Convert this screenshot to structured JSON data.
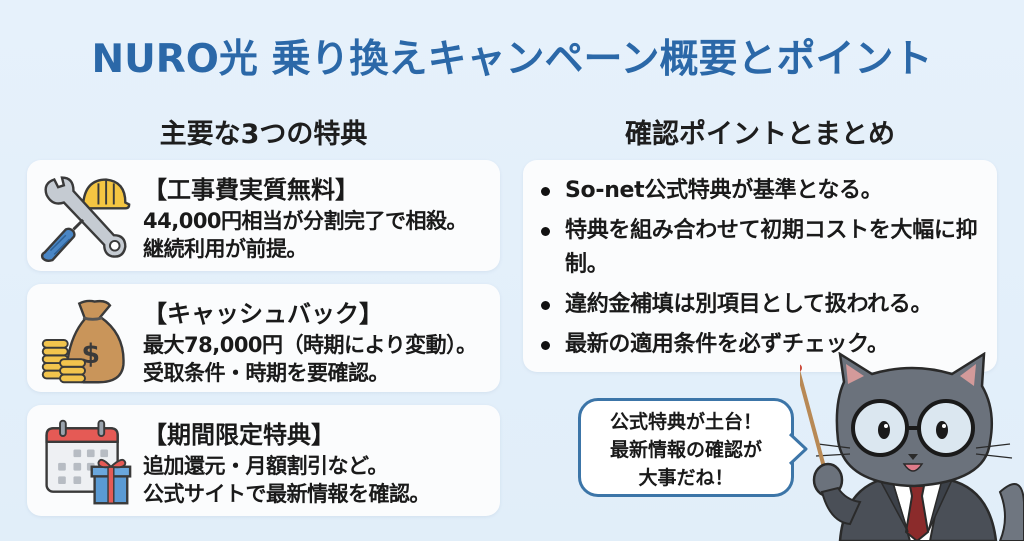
{
  "header": {
    "title": "NURO光 乗り換えキャンペーン概要とポイント"
  },
  "left_section": {
    "heading": "主要な3つの特典",
    "benefits": [
      {
        "icon": "tools-hardhat-icon",
        "title": "【工事費実質無料】",
        "lines": [
          "44,000円相当が分割完了で相殺。",
          "継続利用が前提。"
        ]
      },
      {
        "icon": "money-bag-coins-icon",
        "title": "【キャッシュバック】",
        "lines": [
          "最大78,000円（時期により変動）。",
          "受取条件・時期を要確認。"
        ]
      },
      {
        "icon": "calendar-gift-icon",
        "title": "【期間限定特典】",
        "lines": [
          "追加還元・月額割引など。",
          "公式サイトで最新情報を確認。"
        ]
      }
    ]
  },
  "right_section": {
    "heading": "確認ポイントとまとめ",
    "points": [
      "So-net公式特典が基準となる。",
      "特典を組み合わせて初期コストを大幅に抑制。",
      "違約金補填は別項目として扱われる。",
      "最新の適用条件を必ずチェック。"
    ]
  },
  "speech_bubble": {
    "lines": [
      "公式特典が土台！",
      "最新情報の確認が",
      "大事だね！"
    ]
  },
  "mascot": {
    "icon": "cat-teacher-mascot-icon"
  },
  "colors": {
    "background": "#e4f0fa",
    "title": "#2b68a8",
    "card": "#fbfcfd",
    "bubble_border": "#3c75a8",
    "text": "#1a1a1a"
  }
}
